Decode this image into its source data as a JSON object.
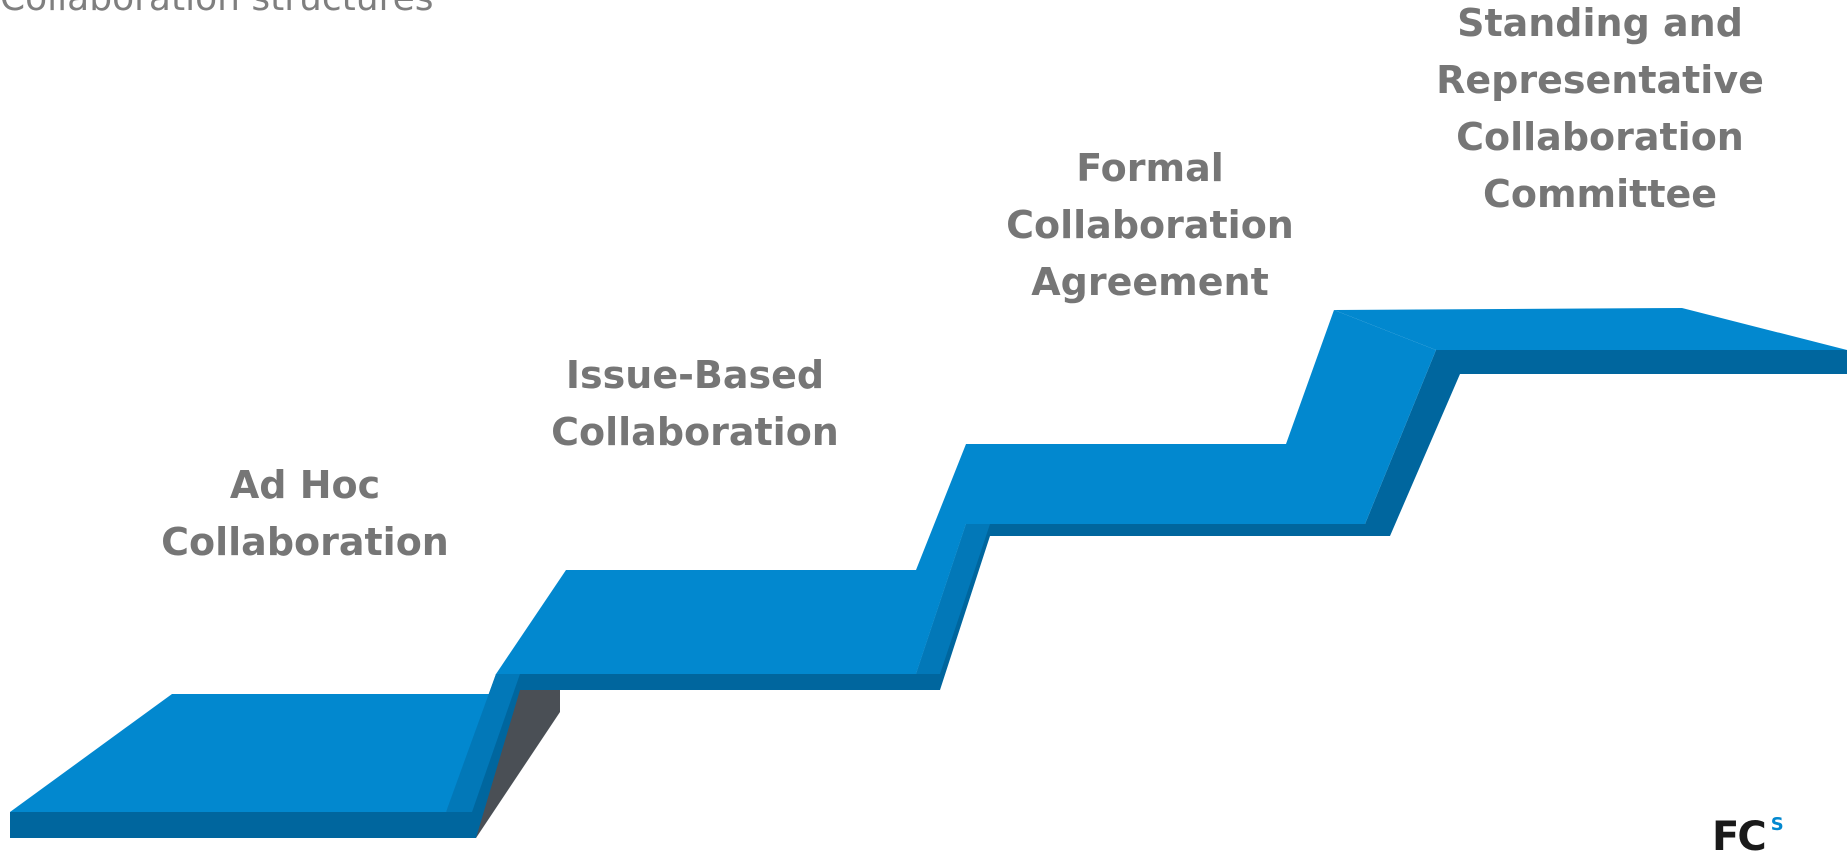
{
  "header": {
    "title": "Collaboration structures"
  },
  "steps": [
    {
      "label": "Ad Hoc\nCollaboration"
    },
    {
      "label": "Issue-Based\nCollaboration"
    },
    {
      "label": "Formal\nCollaboration\nAgreement"
    },
    {
      "label": "Standing and\nRepresentative\nCollaboration\nCommittee"
    }
  ],
  "colors": {
    "step_top": "#0288cf",
    "step_riser": "#00669e",
    "step_shadow": "#4a4f55",
    "label_text": "#767676",
    "header_text": "#7f7f7f"
  },
  "logo": {
    "text": "FC",
    "suffix": "S"
  }
}
